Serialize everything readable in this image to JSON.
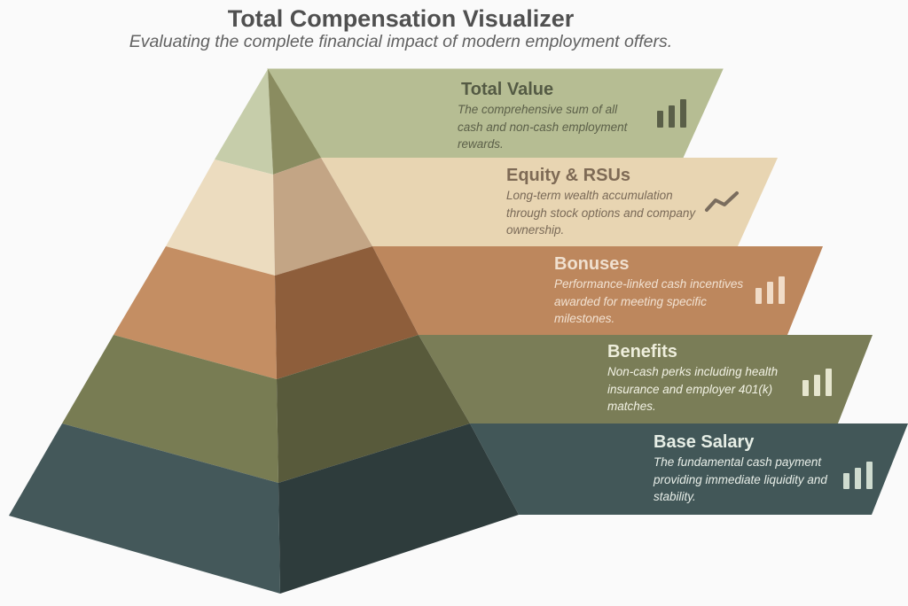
{
  "header": {
    "title": "Total Compensation Visualizer",
    "subtitle": "Evaluating the complete financial impact of modern employment offers."
  },
  "layers": [
    {
      "title": "Total Value",
      "description": "The comprehensive sum of all cash and non-cash employment rewards.",
      "icon": "bar-chart-icon",
      "colors": {
        "left": "#c6cdaa",
        "right": "#8a8c60",
        "band": "#b6bd93",
        "title": "#545a44",
        "desc": "#5c6049",
        "icon": "#5a5f48"
      }
    },
    {
      "title": "Equity & RSUs",
      "description": "Long-term wealth accumulation through stock options and company ownership.",
      "icon": "trend-line-icon",
      "colors": {
        "left": "#ecdcbf",
        "right": "#c3a585",
        "band": "#e8d5b2",
        "title": "#7e6a55",
        "desc": "#7a6a58",
        "icon": "#7a6d5e"
      }
    },
    {
      "title": "Bonuses",
      "description": "Performance-linked cash incentives awarded for meeting specific milestones.",
      "icon": "bar-chart-icon",
      "colors": {
        "left": "#c48e63",
        "right": "#8e5e3b",
        "band": "#bd875d",
        "title": "#f0e0cf",
        "desc": "#f2e2d2",
        "icon": "#f0dcc8"
      }
    },
    {
      "title": "Benefits",
      "description": "Non-cash perks including health insurance and employer 401(k) matches.",
      "icon": "bar-chart-icon",
      "colors": {
        "left": "#787c53",
        "right": "#585a3b",
        "band": "#7a7d57",
        "title": "#eeeedc",
        "desc": "#f2f2e4",
        "icon": "#e6e6cf"
      }
    },
    {
      "title": "Base Salary",
      "description": "The fundamental cash payment providing immediate liquidity and stability.",
      "icon": "bar-chart-icon",
      "colors": {
        "left": "#44585a",
        "right": "#2e3c3c",
        "band": "#425758",
        "title": "#e6eee6",
        "desc": "#e8eee8",
        "icon": "#cfdcd0"
      }
    }
  ]
}
